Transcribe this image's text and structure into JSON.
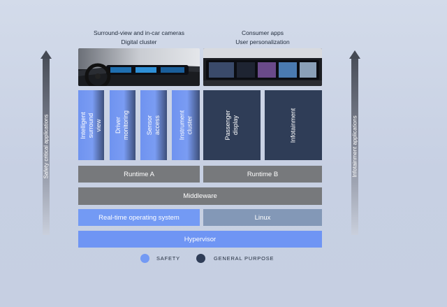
{
  "captions": {
    "left_line1": "Surround-view and in-car cameras",
    "left_line2": "Digital cluster",
    "right_line1": "Consumer apps",
    "right_line2": "User personalization"
  },
  "side_arrows": {
    "left": "Safety critical applications",
    "right": "Infotainment applications"
  },
  "apps": {
    "surround_view": "Intelligent\nsurround view",
    "driver_monitoring": "Driver monitoring",
    "sensor_access": "Sensor access",
    "instrument_cluster": "Instrument\ncluster",
    "passenger_display": "Passenger\ndisplay",
    "infotainment": "Infotainment"
  },
  "layers": {
    "runtime_a": "Runtime A",
    "runtime_b": "Runtime B",
    "middleware": "Middleware",
    "rtos": "Real-time operating system",
    "linux": "Linux",
    "hypervisor": "Hypervisor"
  },
  "legend": {
    "safety": "SAFETY",
    "general_purpose": "GENERAL PURPOSE"
  },
  "colors": {
    "safety": "#739af4",
    "general_purpose": "#2f3d57",
    "runtime_gray": "#77797c",
    "linux": "#8398b7"
  }
}
